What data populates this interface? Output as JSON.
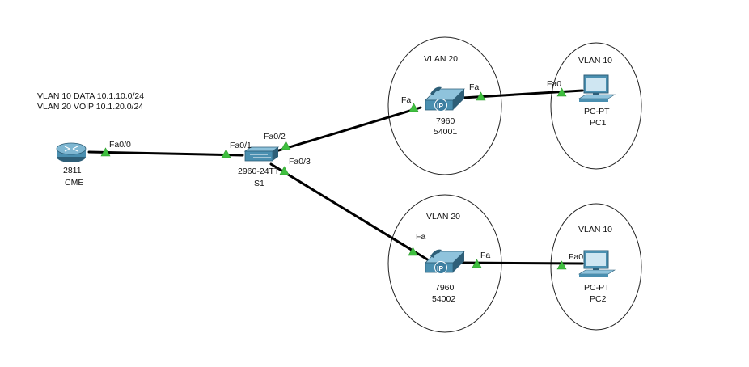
{
  "notes": {
    "line1": "VLAN 10 DATA 10.1.10.0/24",
    "line2": "VLAN 20 VOIP 10.1.20.0/24"
  },
  "router": {
    "model": "2811",
    "name": "CME"
  },
  "switch": {
    "model": "2960-24TT",
    "name": "S1"
  },
  "phone1": {
    "model": "7960",
    "name": "54001",
    "badge": "IP"
  },
  "phone2": {
    "model": "7960",
    "name": "54002",
    "badge": "IP"
  },
  "pc1": {
    "model": "PC-PT",
    "name": "PC1"
  },
  "pc2": {
    "model": "PC-PT",
    "name": "PC2"
  },
  "vlans": {
    "phone1": "VLAN 20",
    "pc1": "VLAN 10",
    "phone2": "VLAN 20",
    "pc2": "VLAN 10"
  },
  "ports": {
    "router_fa00": "Fa0/0",
    "switch_fa01": "Fa0/1",
    "switch_fa02": "Fa0/2",
    "switch_fa03": "Fa0/3",
    "phone1_uplink": "Fa",
    "phone1_pc": "Fa",
    "pc1_fa0": "Fa0",
    "phone2_uplink": "Fa",
    "phone2_pc": "Fa",
    "pc2_fa0": "Fa0"
  },
  "colors": {
    "link": "#000000",
    "port_indicator": "#3fbf3f",
    "device_body": "#4a8fb0",
    "device_dark": "#2e5f78"
  }
}
